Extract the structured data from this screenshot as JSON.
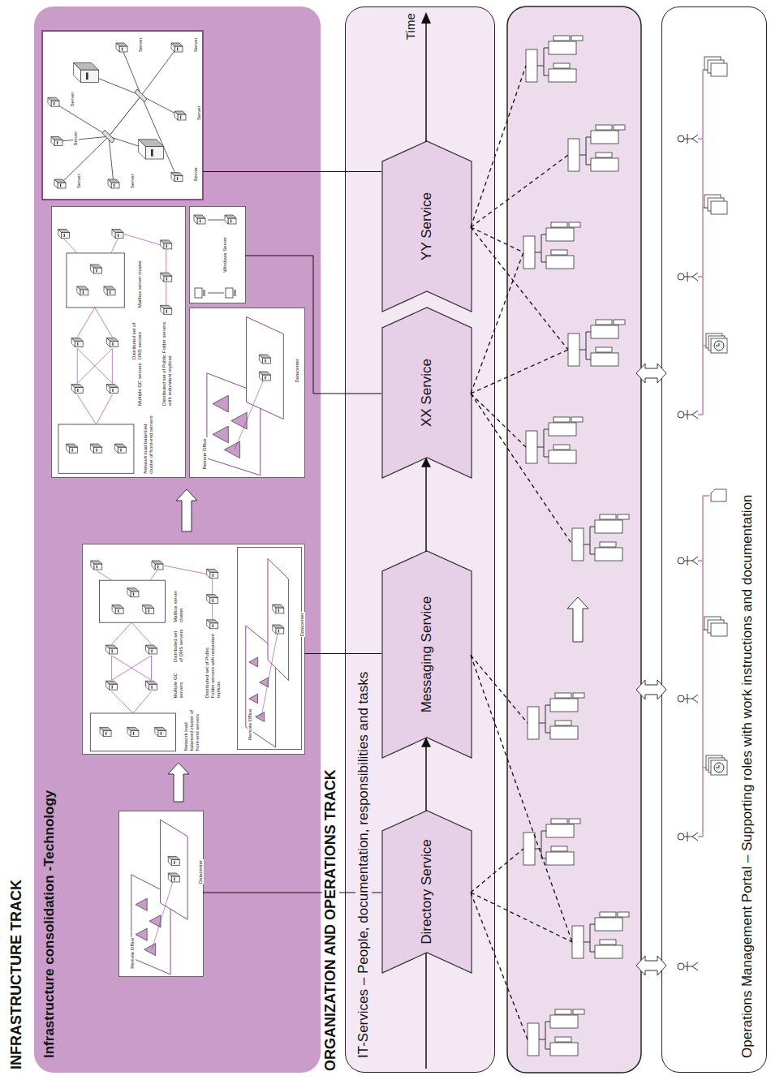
{
  "diagram": {
    "nodes": [
      {
        "text": [
          "INFRASTRUCTURE TRACK",
          "Infrastructure consolidation -Technology"
        ]
      },
      {
        "text": [
          "Datacenter",
          "Remote Office"
        ],
        "in": 0
      },
      {
        "text": [
          "Network load balanced cluster of front-end servers",
          "Multiple GC servers",
          "Distributed set of DNS servers",
          "Mailbox server cluster",
          "Distributed set of Public Folder servers with redundant replicas"
        ],
        "in": 0
      },
      {
        "text": [
          "Datacenter",
          "Remote Office"
        ],
        "in": 2
      },
      {
        "text": [
          "Network load balanced cluster of front-end servers",
          "Multiple GC servers",
          "Distributed set of DNS servers",
          "Mailbox server cluster",
          "Distributed set of Public Folder servers with redundant replicas"
        ],
        "in": 0
      },
      {
        "text": [
          "Windows Server"
        ],
        "in": 0
      },
      {
        "text": [
          "Datacenter",
          "Remote Office"
        ],
        "in": 0
      },
      {
        "text": [
          "Server",
          "Server",
          "Server",
          "Server",
          "Server",
          "Server",
          "Server",
          "Server"
        ],
        "in": 0
      },
      {
        "text": [
          "ORGANIZATION AND OPERATIONS TRACK",
          "IT-Services – People, documentation, responsibilities and tasks"
        ]
      },
      {
        "text": [
          "Directory Service"
        ],
        "in": 8
      },
      {
        "text": [
          "Messaging Service"
        ],
        "in": 8
      },
      {
        "text": [
          "XX Service"
        ],
        "in": 8
      },
      {
        "text": [
          "YY Service"
        ],
        "in": 8
      },
      {
        "text": [
          "Operations Management Portal – Supporting roles with work instructions and documentation"
        ]
      }
    ],
    "edges": [
      {
        "from": 9,
        "to": 10,
        "arrow": "to"
      },
      {
        "from": 10,
        "to": 11,
        "arrow": "to"
      },
      {
        "from": 9,
        "to": 1,
        "arrow": "none"
      },
      {
        "from": 10,
        "to": 2,
        "arrow": "none"
      },
      {
        "from": 11,
        "to": 5,
        "arrow": "none"
      },
      {
        "from": 12,
        "to": 7,
        "arrow": "none"
      }
    ],
    "labels": [
      "Time"
    ]
  }
}
